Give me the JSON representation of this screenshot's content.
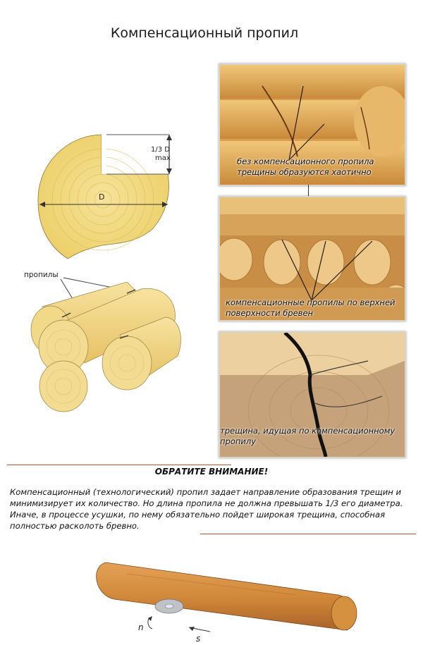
{
  "title": "Компенсационный пропил",
  "diagram_top": {
    "dimension_label_line1": "1/3 D",
    "dimension_label_line2": "max",
    "diameter_label": "D"
  },
  "diagram_mid": {
    "label": "пропилы"
  },
  "photos": [
    {
      "caption_line1": "без компенсационного пропила",
      "caption_line2": "трещины образуются хаотично"
    },
    {
      "caption_line1": "компенсационные пропилы по верхней",
      "caption_line2": "поверхности бревен"
    },
    {
      "caption_line1": "трещина, идущая по компенсационному",
      "caption_line2": "пропилу"
    }
  ],
  "notice": {
    "heading": "ОБРАТИТЕ ВНИМАНИЕ!",
    "line1": "Компенсационный (технологический) пропил задает направление образования трещин и",
    "line2": "минимизирует их количество. Но длина пропила не должна превышать 1/3 его диаметра.",
    "line3": "Иначе, в процессе усушки, по нему обязательно пойдет широкая трещина, способная",
    "line4": "полностью расколоть бревно."
  },
  "bottom_labels": {
    "n": "n",
    "s": "s"
  }
}
